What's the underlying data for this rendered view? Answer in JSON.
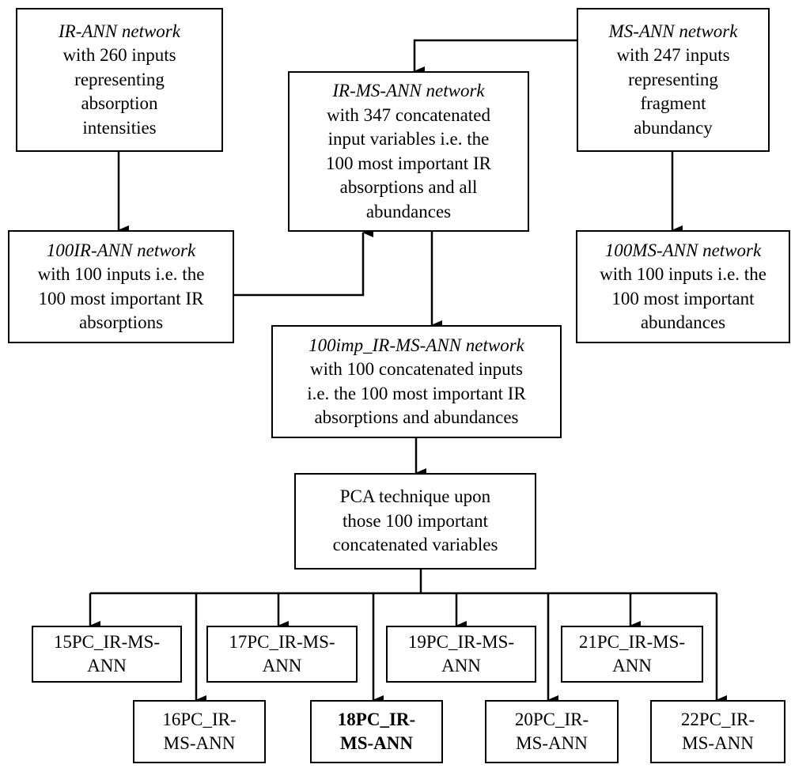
{
  "boxes": {
    "ir_ann": {
      "title": "IR-ANN network",
      "lines": [
        "with 260 inputs",
        "representing",
        "absorption",
        "intensities"
      ]
    },
    "ms_ann": {
      "title": "MS-ANN network",
      "lines": [
        "with 247 inputs",
        "representing",
        "fragment",
        "abundancy"
      ]
    },
    "ir_ms_ann": {
      "title": "IR-MS-ANN network",
      "lines": [
        "with 347 concatenated",
        "input variables i.e. the",
        "100 most important IR",
        "absorptions and all",
        "abundances"
      ]
    },
    "ir100_ann": {
      "title": "100IR-ANN network",
      "lines": [
        "with 100 inputs i.e. the",
        "100 most important IR",
        "absorptions"
      ]
    },
    "ms100_ann": {
      "title": "100MS-ANN network",
      "lines": [
        "with 100 inputs i.e. the",
        "100 most important",
        "abundances"
      ]
    },
    "imp_ir_ms_ann": {
      "title": "100imp_IR-MS-ANN network",
      "lines": [
        "with 100 concatenated inputs",
        "i.e. the 100 most important IR",
        "absorptions and abundances"
      ]
    },
    "pca": {
      "lines": [
        "PCA technique upon",
        "those 100 important",
        "concatenated variables"
      ]
    },
    "pc15": {
      "lines": [
        "15PC_IR-MS-",
        "ANN"
      ]
    },
    "pc16": {
      "lines": [
        "16PC_IR-",
        "MS-ANN"
      ]
    },
    "pc17": {
      "lines": [
        "17PC_IR-MS-",
        "ANN"
      ]
    },
    "pc18": {
      "lines": [
        "18PC_IR-",
        "MS-ANN"
      ]
    },
    "pc19": {
      "lines": [
        "19PC_IR-MS-",
        "ANN"
      ]
    },
    "pc20": {
      "lines": [
        "20PC_IR-",
        "MS-ANN"
      ]
    },
    "pc21": {
      "lines": [
        "21PC_IR-MS-",
        "ANN"
      ]
    },
    "pc22": {
      "lines": [
        "22PC_IR-",
        "MS-ANN"
      ]
    }
  }
}
